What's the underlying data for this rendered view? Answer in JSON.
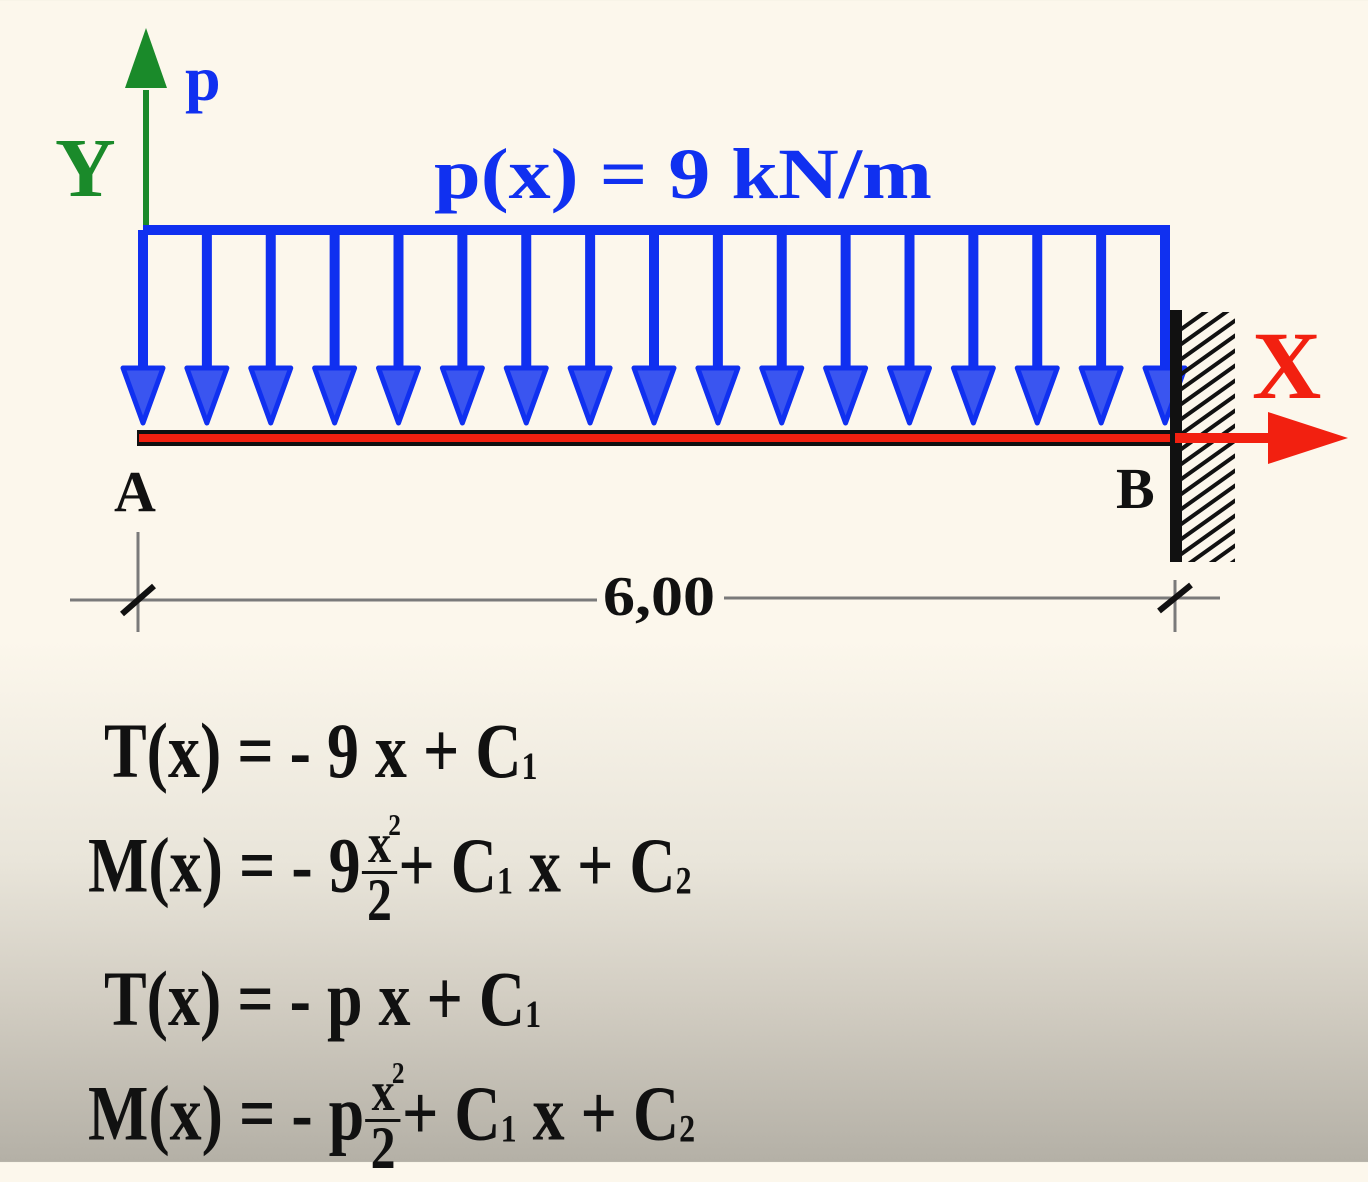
{
  "diagram": {
    "axis_y_label": "Y",
    "load_symbol": "p",
    "load_label": "p(x) = 9  kN/m",
    "load_value": 9,
    "load_unit": "kN/m",
    "axis_x_label": "X",
    "support_left_label": "A",
    "support_right_label": "B",
    "span_dimension": "6,00",
    "arrow_count": 17,
    "colors": {
      "y_axis": "#1a8a2a",
      "load": "#1030f0",
      "load_arrowhead_fill": "#3a55f0",
      "x_axis": "#f22010",
      "beam_outline": "#111111",
      "support": "#111111",
      "dimension_line": "#7a7a7a"
    }
  },
  "equations": [
    {
      "lhs": "T(x)",
      "rhs_parts": [
        "= - 9 x + C",
        "1"
      ]
    },
    {
      "lhs": "M(x)",
      "rhs_prefix": "= - 9",
      "frac_num": "x",
      "frac_exp": "2",
      "frac_den": "2",
      "rhs_suffix": [
        "+ C",
        "1",
        " x + C",
        "2"
      ]
    },
    {
      "lhs": "T(x)",
      "rhs_parts": [
        "= - p x + C",
        "1"
      ]
    },
    {
      "lhs": "M(x)",
      "rhs_prefix": "= - p",
      "frac_num": "x",
      "frac_exp": "2",
      "frac_den": "2",
      "rhs_suffix": [
        "+ C",
        "1",
        " x + C",
        "2"
      ]
    }
  ]
}
